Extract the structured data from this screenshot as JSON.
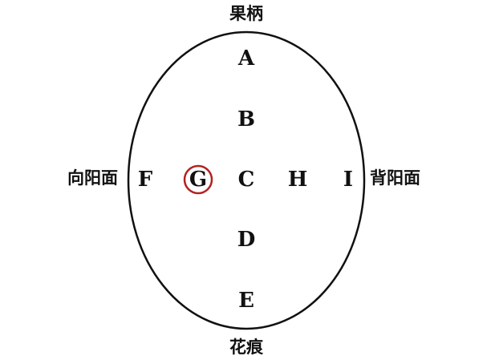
{
  "diagram": {
    "labels": {
      "top": "果柄",
      "bottom": "花痕",
      "left": "向阳面",
      "right": "背阳面"
    },
    "points": {
      "A": "A",
      "B": "B",
      "C": "C",
      "D": "D",
      "E": "E",
      "F": "F",
      "G": "G",
      "H": "H",
      "I": "I"
    },
    "highlighted_point": "G",
    "colors": {
      "outline": "#111111",
      "text": "#111111",
      "highlight": "#b22222"
    }
  }
}
